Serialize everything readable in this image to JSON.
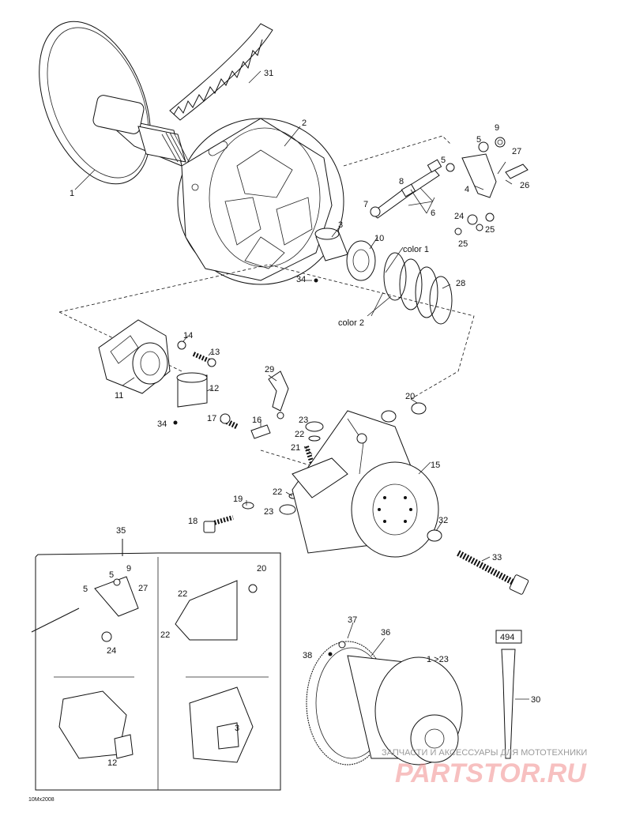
{
  "part_labels": {
    "p1": "1",
    "p2": "2",
    "p3": "3",
    "p4": "4",
    "p5a": "5",
    "p5b": "5",
    "p6": "6",
    "p7": "7",
    "p8": "8",
    "p9": "9",
    "p10": "10",
    "p11": "11",
    "p12": "12",
    "p13": "13",
    "p14": "14",
    "p15": "15",
    "p16": "16",
    "p17": "17",
    "p18": "18",
    "p19": "19",
    "p20": "20",
    "p21": "21",
    "p22a": "22",
    "p22b": "22",
    "p23a": "23",
    "p23b": "23",
    "p24": "24",
    "p25a": "25",
    "p25b": "25",
    "p26": "26",
    "p27": "27",
    "p28": "28",
    "p29": "29",
    "p30": "30",
    "p31": "31",
    "p32": "32",
    "p33": "33",
    "p34a": "34",
    "p34b": "34",
    "p35": "35",
    "p36": "36",
    "p37": "37",
    "p38": "38",
    "p1to23": "1 >23"
  },
  "inset_labels": {
    "i5a": "5",
    "i5b": "5",
    "i9": "9",
    "i27": "27",
    "i24": "24",
    "i20": "20",
    "i22a": "22",
    "i22b": "22",
    "i12": "12",
    "i3": "3"
  },
  "color_labels": {
    "color1": "color 1",
    "color2": "color 2"
  },
  "box_label": "494",
  "doc_code": "10Mx2008",
  "watermark": {
    "line1": "ЗАПЧАСТИ И АКСЕССУАРЫ ДЛЯ МОТОТЕХНИКИ",
    "line2": "PARTSTOR.RU"
  }
}
